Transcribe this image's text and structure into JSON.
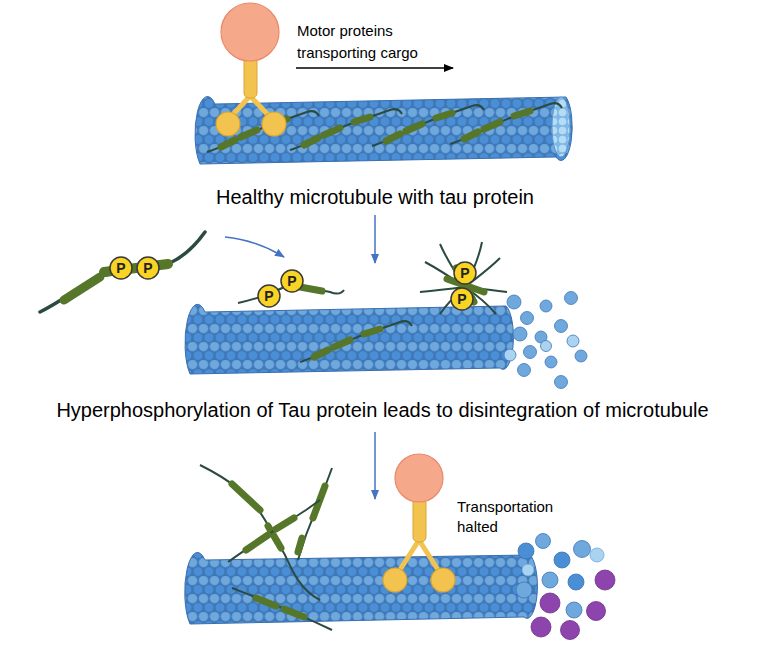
{
  "diagram": {
    "nodes": [
      {
        "text": [
          "P"
        ]
      },
      {
        "text": [
          "P"
        ]
      },
      {
        "text": [
          "P"
        ]
      },
      {
        "text": [
          "P"
        ]
      },
      {
        "text": [
          "P"
        ]
      },
      {
        "text": [
          "P"
        ]
      }
    ],
    "labels": [
      "Motor proteins transporting cargo",
      "Healthy microtubule with tau protein",
      "Hyperphosphorylation of Tau protein leads to disintegration of microtubule",
      "Transportation halted"
    ]
  }
}
